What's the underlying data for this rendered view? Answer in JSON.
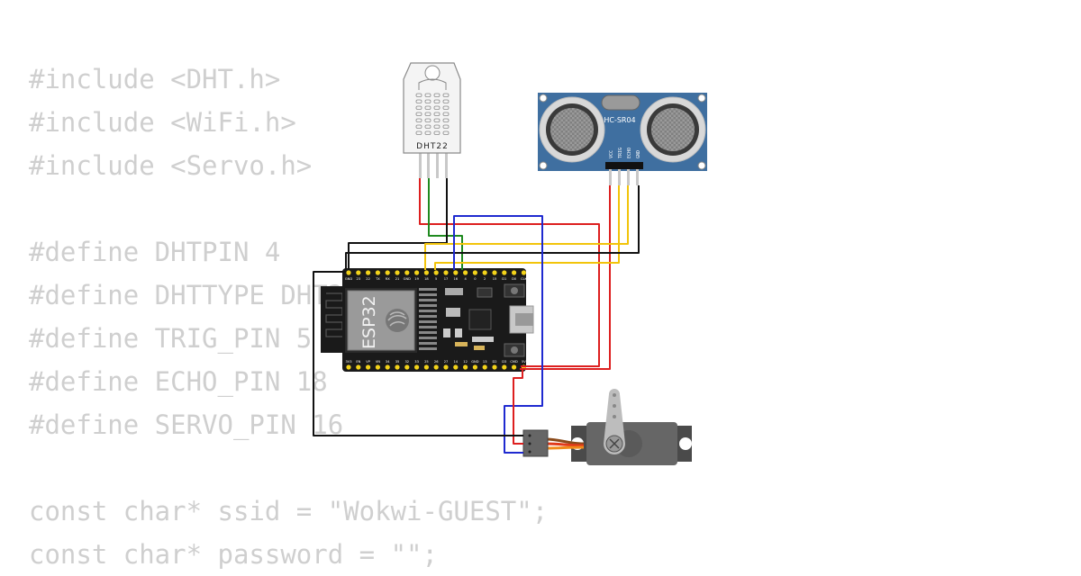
{
  "code": {
    "lines": [
      "#include <DHT.h>",
      "#include <WiFi.h>",
      "#include <Servo.h>",
      "",
      "#define DHTPIN 4",
      "#define DHTTYPE DHT22",
      "#define TRIG_PIN 5",
      "#define ECHO_PIN 18",
      "#define SERVO_PIN 16",
      "",
      "const char* ssid = \"Wokwi-GUEST\";",
      "const char* password = \"\";"
    ]
  },
  "components": {
    "dht": {
      "label": "DHT22"
    },
    "ultrasonic": {
      "label": "HC-SR04",
      "pins": [
        "VCC",
        "TRIG",
        "ECHO",
        "GND"
      ]
    },
    "esp32": {
      "label": "ESP32",
      "top_pins": [
        "GND",
        "23",
        "22",
        "TX",
        "RX",
        "21",
        "GND",
        "19",
        "18",
        "5",
        "17",
        "16",
        "4",
        "0",
        "2",
        "15",
        "D1",
        "D0",
        "CLK"
      ],
      "bottom_pins": [
        "3V3",
        "EN",
        "VP",
        "VN",
        "34",
        "35",
        "32",
        "33",
        "25",
        "26",
        "27",
        "14",
        "12",
        "GND",
        "13",
        "D2",
        "D3",
        "CMD",
        "5V"
      ]
    }
  },
  "colors": {
    "code_text": "#cfcfcf",
    "wire_red": "#dd1f1f",
    "wire_black": "#111111",
    "wire_green": "#1f8a1f",
    "wire_blue": "#1f2ad0",
    "wire_yellow": "#f2c40a",
    "sensor_blue": "#3f6fa0",
    "board_black": "#1a1a1a",
    "servo_gray": "#666666"
  }
}
